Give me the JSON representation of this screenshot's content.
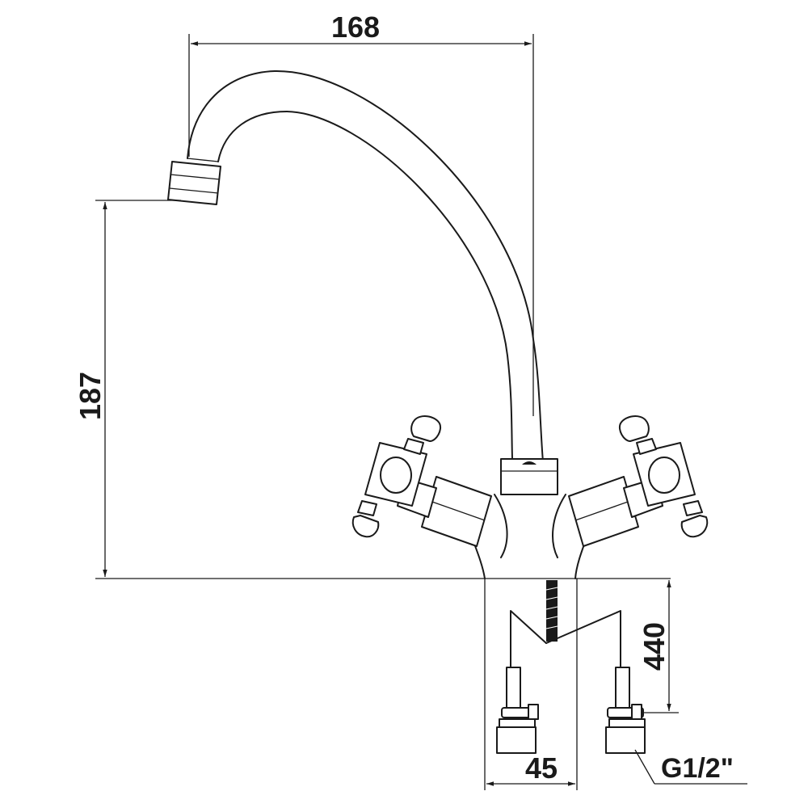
{
  "dimensions": {
    "spout_reach": "168",
    "spout_height": "187",
    "hose_length": "440",
    "base_width": "45"
  },
  "connection": {
    "thread_size": "G1/2\""
  }
}
